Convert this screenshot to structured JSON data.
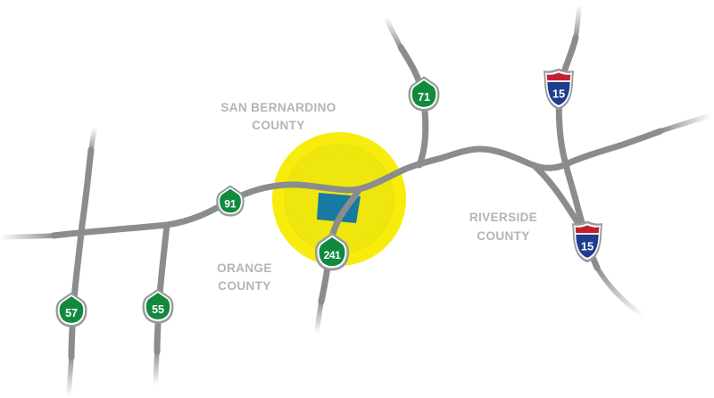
{
  "map": {
    "counties": {
      "san_bernardino": {
        "line1": "SAN BERNARDINO",
        "line2": "COUNTY"
      },
      "orange": {
        "line1": "ORANGE",
        "line2": "COUNTY"
      },
      "riverside": {
        "line1": "RIVERSIDE",
        "line2": "COUNTY"
      }
    },
    "shields": {
      "sr57": {
        "number": "57",
        "type": "state-route"
      },
      "sr55": {
        "number": "55",
        "type": "state-route"
      },
      "sr91": {
        "number": "91",
        "type": "state-route"
      },
      "sr241": {
        "number": "241",
        "type": "state-route"
      },
      "sr71": {
        "number": "71",
        "type": "state-route"
      },
      "i15_north": {
        "number": "15",
        "type": "interstate"
      },
      "i15_south": {
        "number": "15",
        "type": "interstate"
      }
    },
    "colors": {
      "road_gray": "#8A8C8E",
      "shield_ring_gray": "#97999B",
      "state_route_green": "#128A3E",
      "interstate_blue": "#1E3D8F",
      "interstate_red": "#C22032",
      "highlight_yellow_outer": "#F7EC0B",
      "highlight_yellow_inner": "#EFE60D",
      "project_area_blue": "#1879A3",
      "county_text_gray": "#B2B4B6",
      "shield_number_white": "#FFFFFF"
    }
  }
}
